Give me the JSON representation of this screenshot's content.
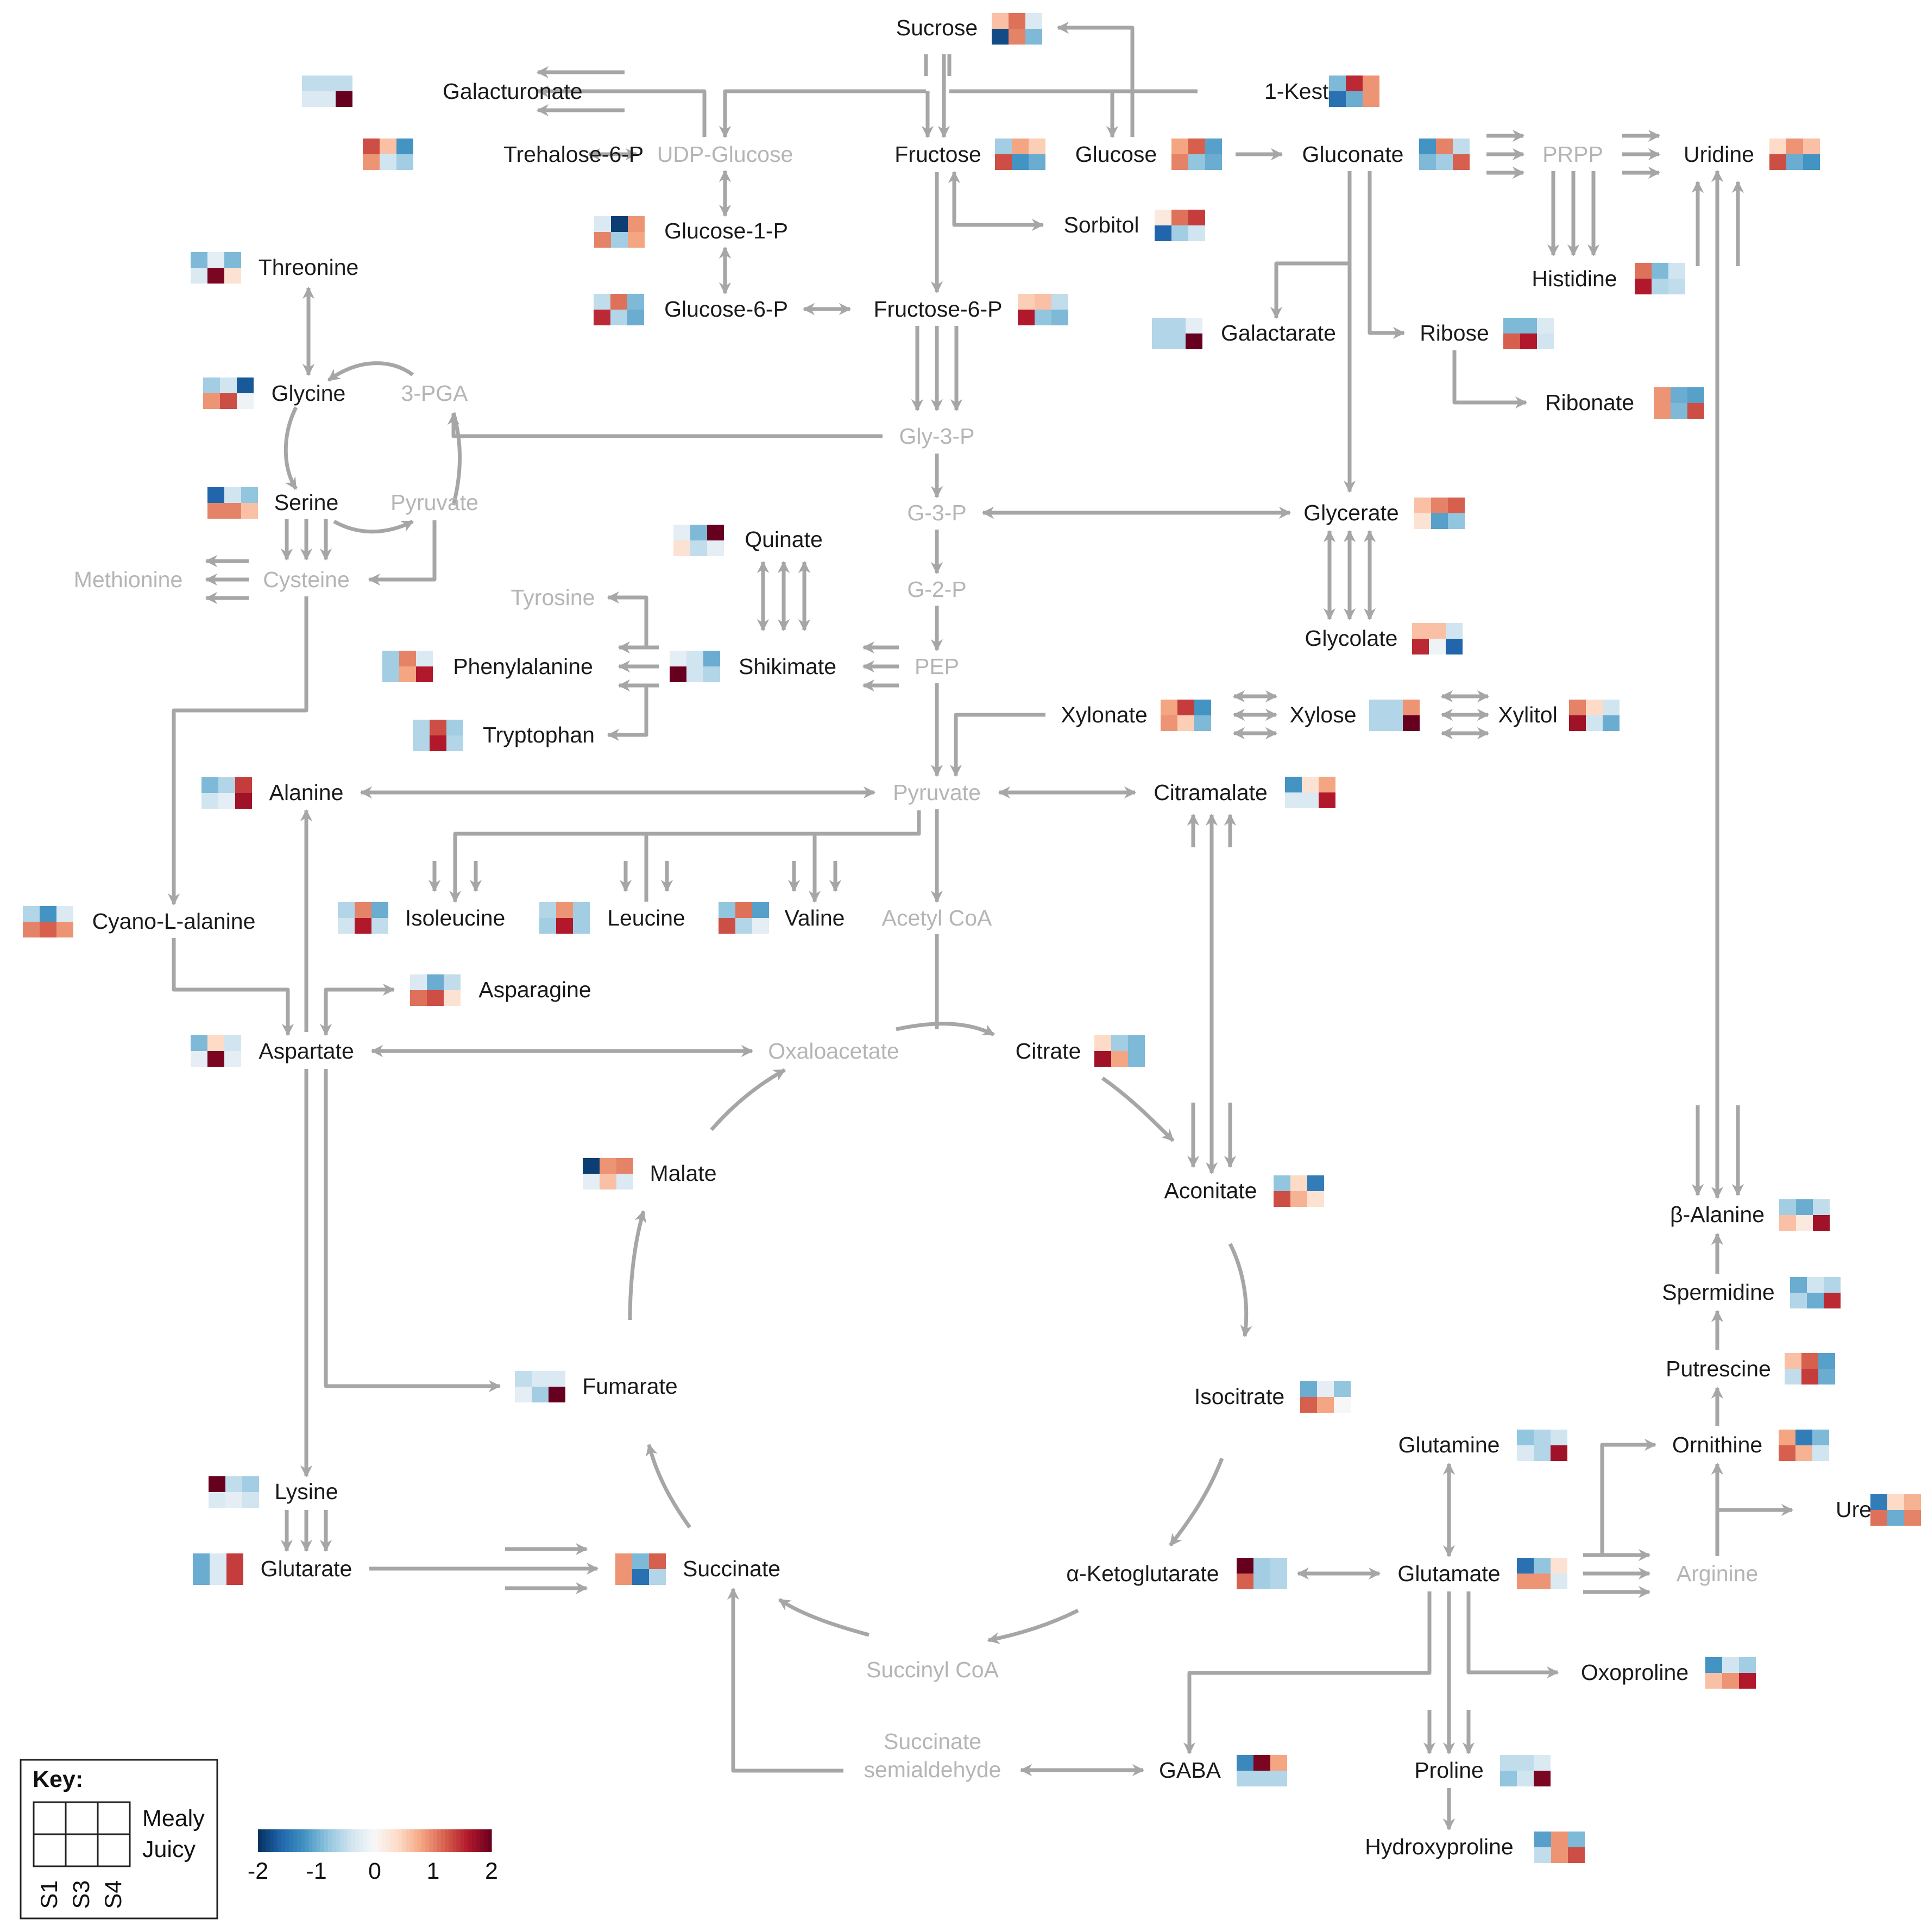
{
  "colors": {
    "arrow": "#a6a6a6",
    "text_dark": "#1a1a1a",
    "text_grey": "#b5b5b5",
    "scale": [
      "#053061",
      "#2166ac",
      "#4393c3",
      "#92c5de",
      "#d1e5f0",
      "#f7f7f7",
      "#fddbc7",
      "#f4a582",
      "#d6604d",
      "#b2182b",
      "#67001f"
    ]
  },
  "key": {
    "title": "Key:",
    "row_top": "Mealy",
    "row_bottom": "Juicy",
    "columns": [
      "S1",
      "S3",
      "S4"
    ],
    "scale_ticks": [
      "-2",
      "-1",
      "0",
      "1",
      "2"
    ]
  },
  "nodes": [
    {
      "id": "sucrose",
      "label": "Sucrose",
      "grey": false,
      "cells": [
        0.6,
        1.1,
        -0.3,
        -1.8,
        1.0,
        -0.9
      ]
    },
    {
      "id": "kestose",
      "label": "1-Kestose",
      "grey": false,
      "cells": [
        -0.9,
        1.5,
        0.9,
        -1.5,
        -1.0,
        0.9
      ]
    },
    {
      "id": "galacturonate",
      "label": "Galacturonate",
      "grey": false,
      "cells": [
        -0.5,
        -0.5,
        -0.5,
        -0.3,
        -0.3,
        2.0
      ]
    },
    {
      "id": "trehalose6p",
      "label": "Trehalose-6-P",
      "grey": false,
      "cells": [
        1.3,
        0.6,
        -1.2,
        0.9,
        -0.4,
        -0.7
      ]
    },
    {
      "id": "udpglucose",
      "label": "UDP-Glucose",
      "grey": true,
      "cells": null
    },
    {
      "id": "fructose",
      "label": "Fructose",
      "grey": false,
      "cells": [
        -0.7,
        0.8,
        0.5,
        1.3,
        -1.2,
        -1.0
      ]
    },
    {
      "id": "glucose",
      "label": "Glucose",
      "grey": false,
      "cells": [
        0.8,
        1.2,
        -1.1,
        1.0,
        -0.8,
        -1.0
      ]
    },
    {
      "id": "gluconate",
      "label": "Gluconate",
      "grey": false,
      "cells": [
        -1.2,
        1.0,
        -0.5,
        -0.9,
        -0.7,
        1.2
      ]
    },
    {
      "id": "prpp",
      "label": "PRPP",
      "grey": true,
      "cells": null
    },
    {
      "id": "uridine",
      "label": "Uridine",
      "grey": false,
      "cells": [
        0.4,
        0.9,
        0.6,
        1.3,
        -1.0,
        -1.2
      ]
    },
    {
      "id": "glucose1p",
      "label": "Glucose-1-P",
      "grey": false,
      "cells": [
        -0.3,
        -1.9,
        0.9,
        1.0,
        -0.7,
        0.8
      ]
    },
    {
      "id": "sorbitol",
      "label": "Sorbitol",
      "grey": false,
      "cells": [
        0.2,
        1.1,
        1.4,
        -1.6,
        -0.7,
        -0.4
      ]
    },
    {
      "id": "histidine",
      "label": "Histidine",
      "grey": false,
      "cells": [
        1.1,
        -0.9,
        -0.4,
        1.6,
        -0.6,
        -0.5
      ]
    },
    {
      "id": "threonine",
      "label": "Threonine",
      "grey": false,
      "cells": [
        -0.9,
        -0.2,
        -0.9,
        -0.3,
        1.9,
        0.3
      ]
    },
    {
      "id": "glucose6p",
      "label": "Glucose-6-P",
      "grey": false,
      "cells": [
        -0.5,
        1.1,
        -0.9,
        1.5,
        -0.6,
        -1.0
      ]
    },
    {
      "id": "fructose6p",
      "label": "Fructose-6-P",
      "grey": false,
      "cells": [
        0.5,
        0.6,
        -0.5,
        1.6,
        -0.8,
        -0.9
      ]
    },
    {
      "id": "galactarate",
      "label": "Galactarate",
      "grey": false,
      "cells": [
        -0.6,
        -0.6,
        -0.2,
        -0.6,
        -0.6,
        2.0
      ]
    },
    {
      "id": "ribose",
      "label": "Ribose",
      "grey": false,
      "cells": [
        -0.9,
        -0.9,
        -0.3,
        1.2,
        1.6,
        -0.4
      ]
    },
    {
      "id": "glycine",
      "label": "Glycine",
      "grey": false,
      "cells": [
        -0.7,
        -0.4,
        -1.7,
        0.9,
        1.3,
        -0.1
      ]
    },
    {
      "id": "pga3",
      "label": "3-PGA",
      "grey": true,
      "cells": null
    },
    {
      "id": "ribonate",
      "label": "Ribonate",
      "grey": false,
      "cells": [
        0.9,
        -1.0,
        -1.1,
        0.9,
        -0.9,
        1.3
      ]
    },
    {
      "id": "gly3p",
      "label": "Gly-3-P",
      "grey": true,
      "cells": null
    },
    {
      "id": "serine",
      "label": "Serine",
      "grey": false,
      "cells": [
        -1.6,
        -0.4,
        -0.8,
        1.0,
        1.0,
        0.6
      ]
    },
    {
      "id": "pyruvate_top",
      "label": "Pyruvate",
      "grey": true,
      "cells": null
    },
    {
      "id": "g3p",
      "label": "G-3-P",
      "grey": true,
      "cells": null
    },
    {
      "id": "glycerate",
      "label": "Glycerate",
      "grey": false,
      "cells": [
        0.6,
        1.0,
        1.2,
        0.3,
        -1.1,
        -0.8
      ]
    },
    {
      "id": "quinate",
      "label": "Quinate",
      "grey": false,
      "cells": [
        -0.2,
        -0.9,
        2.0,
        0.3,
        -0.5,
        -0.2
      ]
    },
    {
      "id": "methionine",
      "label": "Methionine",
      "grey": true,
      "cells": null
    },
    {
      "id": "cysteine",
      "label": "Cysteine",
      "grey": true,
      "cells": null
    },
    {
      "id": "tyrosine",
      "label": "Tyrosine",
      "grey": true,
      "cells": null
    },
    {
      "id": "g2p",
      "label": "G-2-P",
      "grey": true,
      "cells": null
    },
    {
      "id": "glycolate",
      "label": "Glycolate",
      "grey": false,
      "cells": [
        0.6,
        0.6,
        -0.4,
        1.5,
        -0.1,
        -1.6
      ]
    },
    {
      "id": "phenylalanine",
      "label": "Phenylalanine",
      "grey": false,
      "cells": [
        -0.7,
        1.0,
        -0.3,
        -0.7,
        0.8,
        1.6
      ]
    },
    {
      "id": "shikimate",
      "label": "Shikimate",
      "grey": false,
      "cells": [
        -0.2,
        -0.4,
        -1.0,
        2.0,
        -0.4,
        -0.6
      ]
    },
    {
      "id": "pep",
      "label": "PEP",
      "grey": true,
      "cells": null
    },
    {
      "id": "xylonate",
      "label": "Xylonate",
      "grey": false,
      "cells": [
        0.8,
        1.4,
        -1.2,
        0.9,
        0.5,
        -0.9
      ]
    },
    {
      "id": "xylose",
      "label": "Xylose",
      "grey": false,
      "cells": [
        -0.6,
        -0.6,
        0.9,
        -0.6,
        -0.6,
        2.0
      ]
    },
    {
      "id": "xylitol",
      "label": "Xylitol",
      "grey": false,
      "cells": [
        1.0,
        0.4,
        -0.4,
        1.7,
        -0.4,
        -1.0
      ]
    },
    {
      "id": "tryptophan",
      "label": "Tryptophan",
      "grey": false,
      "cells": [
        -0.6,
        1.3,
        -0.7,
        -0.6,
        1.6,
        -0.6
      ]
    },
    {
      "id": "alanine",
      "label": "Alanine",
      "grey": false,
      "cells": [
        -0.9,
        -0.6,
        1.4,
        -0.4,
        -0.2,
        1.7
      ]
    },
    {
      "id": "pyruvate",
      "label": "Pyruvate",
      "grey": true,
      "cells": null
    },
    {
      "id": "citramalate",
      "label": "Citramalate",
      "grey": false,
      "cells": [
        -1.2,
        0.3,
        0.8,
        -0.3,
        -0.3,
        1.6
      ]
    },
    {
      "id": "cyano",
      "label": "Cyano-L-alanine",
      "grey": false,
      "cells": [
        -0.6,
        -1.2,
        -0.3,
        1.0,
        1.2,
        0.9
      ]
    },
    {
      "id": "isoleucine",
      "label": "Isoleucine",
      "grey": false,
      "cells": [
        -0.6,
        1.0,
        -1.0,
        -0.4,
        1.6,
        -0.5
      ]
    },
    {
      "id": "leucine",
      "label": "Leucine",
      "grey": false,
      "cells": [
        -0.6,
        0.9,
        -0.7,
        -0.7,
        1.6,
        -0.7
      ]
    },
    {
      "id": "valine",
      "label": "Valine",
      "grey": false,
      "cells": [
        -0.8,
        1.1,
        -1.1,
        1.3,
        -0.6,
        -0.2
      ]
    },
    {
      "id": "acetylcoa",
      "label": "Acetyl CoA",
      "grey": true,
      "cells": null
    },
    {
      "id": "asparagine",
      "label": "Asparagine",
      "grey": false,
      "cells": [
        -0.3,
        -1.0,
        -0.5,
        1.1,
        1.3,
        0.3
      ]
    },
    {
      "id": "aspartate",
      "label": "Aspartate",
      "grey": false,
      "cells": [
        -0.9,
        0.4,
        -0.4,
        -0.2,
        1.9,
        -0.2
      ]
    },
    {
      "id": "oxaloacetate",
      "label": "Oxaloacetate",
      "grey": true,
      "cells": null
    },
    {
      "id": "citrate",
      "label": "Citrate",
      "grey": false,
      "cells": [
        0.4,
        -0.7,
        -0.9,
        1.7,
        0.8,
        -0.9
      ]
    },
    {
      "id": "malate",
      "label": "Malate",
      "grey": false,
      "cells": [
        -1.9,
        0.9,
        1.0,
        -0.2,
        0.6,
        -0.3
      ]
    },
    {
      "id": "aconitate",
      "label": "Aconitate",
      "grey": false,
      "cells": [
        -0.8,
        0.4,
        -1.4,
        1.3,
        0.7,
        0.3
      ]
    },
    {
      "id": "balanine",
      "label": "β-Alanine",
      "grey": false,
      "cells": [
        -0.7,
        -1.0,
        -0.5,
        0.6,
        0.2,
        1.7
      ]
    },
    {
      "id": "spermidine",
      "label": "Spermidine",
      "grey": false,
      "cells": [
        -1.0,
        -0.4,
        -0.6,
        -0.6,
        -1.0,
        1.5
      ]
    },
    {
      "id": "putrescine",
      "label": "Putrescine",
      "grey": false,
      "cells": [
        0.6,
        1.2,
        -1.1,
        -0.5,
        1.4,
        -1.0
      ]
    },
    {
      "id": "fumarate",
      "label": "Fumarate",
      "grey": false,
      "cells": [
        -0.5,
        -0.3,
        -0.3,
        -0.2,
        -0.7,
        2.0
      ]
    },
    {
      "id": "isocitrate",
      "label": "Isocitrate",
      "grey": false,
      "cells": [
        -1.0,
        -0.2,
        -0.8,
        1.2,
        0.8,
        0.0
      ]
    },
    {
      "id": "glutamine",
      "label": "Glutamine",
      "grey": false,
      "cells": [
        -0.8,
        -0.6,
        -0.4,
        -0.3,
        -0.6,
        1.7
      ]
    },
    {
      "id": "ornithine",
      "label": "Ornithine",
      "grey": false,
      "cells": [
        0.8,
        -1.4,
        -0.9,
        1.2,
        0.7,
        -0.4
      ]
    },
    {
      "id": "lysine",
      "label": "Lysine",
      "grey": false,
      "cells": [
        2.0,
        -0.5,
        -0.7,
        -0.3,
        -0.2,
        -0.4
      ]
    },
    {
      "id": "urea",
      "label": "Urea",
      "grey": false,
      "cells": [
        -1.4,
        0.4,
        0.7,
        1.1,
        -1.0,
        1.0
      ]
    },
    {
      "id": "glutarate",
      "label": "Glutarate",
      "grey": false,
      "cells": [
        -1.0,
        -0.3,
        1.4,
        -1.0,
        -0.3,
        1.4
      ]
    },
    {
      "id": "succinate",
      "label": "Succinate",
      "grey": false,
      "cells": [
        0.9,
        -0.9,
        1.2,
        0.9,
        -1.5,
        -0.6
      ]
    },
    {
      "id": "aketoglutarate",
      "label": "α-Ketoglutarate",
      "grey": false,
      "cells": [
        2.0,
        -0.7,
        -0.6,
        1.2,
        -0.7,
        -0.6
      ]
    },
    {
      "id": "glutamate",
      "label": "Glutamate",
      "grey": false,
      "cells": [
        -1.5,
        -0.8,
        0.3,
        0.9,
        0.9,
        -0.3
      ]
    },
    {
      "id": "arginine",
      "label": "Arginine",
      "grey": true,
      "cells": null
    },
    {
      "id": "succinylcoa",
      "label": "Succinyl CoA",
      "grey": true,
      "cells": null
    },
    {
      "id": "oxoproline",
      "label": "Oxoproline",
      "grey": false,
      "cells": [
        -1.2,
        -0.4,
        -0.7,
        0.6,
        0.9,
        1.6
      ]
    },
    {
      "id": "succsemi",
      "label": "Succinate",
      "label2": "semialdehyde",
      "grey": true,
      "cells": null
    },
    {
      "id": "gaba",
      "label": "GABA",
      "grey": false,
      "cells": [
        -1.3,
        1.9,
        0.8,
        -0.6,
        -0.6,
        -0.6
      ]
    },
    {
      "id": "proline",
      "label": "Proline",
      "grey": false,
      "cells": [
        -0.5,
        -0.5,
        -0.3,
        -0.8,
        -0.4,
        1.9
      ]
    },
    {
      "id": "hydroxyproline",
      "label": "Hydroxyproline",
      "grey": false,
      "cells": [
        -1.1,
        0.9,
        -0.9,
        -0.5,
        0.9,
        1.3
      ]
    }
  ]
}
